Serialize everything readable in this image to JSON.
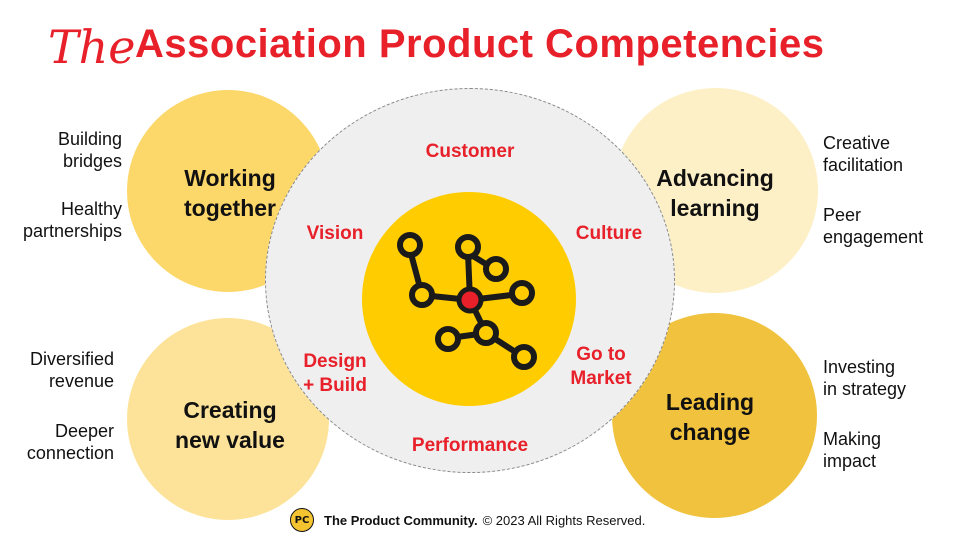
{
  "title": {
    "prefix": "The",
    "main": "Association Product Competencies"
  },
  "colors": {
    "red": "#e8202a",
    "working_together": "#fcd769",
    "advancing_learning": "#fdf0c6",
    "creating_new_value": "#fde39a",
    "leading_change": "#f0c23e",
    "center": "#ffcc00"
  },
  "quadrants": {
    "working_together": {
      "label_line1": "Working",
      "label_line2": "together",
      "notes": [
        "Building",
        "bridges",
        "Healthy",
        "partnerships"
      ]
    },
    "advancing_learning": {
      "label_line1": "Advancing",
      "label_line2": "learning",
      "notes": [
        "Creative",
        "facilitation",
        "Peer",
        "engagement"
      ]
    },
    "creating_new_value": {
      "label_line1": "Creating",
      "label_line2": "new value",
      "notes": [
        "Diversified",
        "revenue",
        "Deeper",
        "connection"
      ]
    },
    "leading_change": {
      "label_line1": "Leading",
      "label_line2": "change",
      "notes": [
        "Investing",
        "in strategy",
        "Making",
        "impact"
      ]
    }
  },
  "ring_labels": {
    "customer": "Customer",
    "vision": "Vision",
    "culture": "Culture",
    "design_build_1": "Design",
    "design_build_2": "+ Build",
    "go_to_market_1": "Go to",
    "go_to_market_2": "Market",
    "performance": "Performance"
  },
  "center_icon": "network-graph-icon",
  "footer": {
    "logo_text": "PC",
    "brand": "The Product Community.",
    "rights": "© 2023 All Rights Reserved."
  }
}
